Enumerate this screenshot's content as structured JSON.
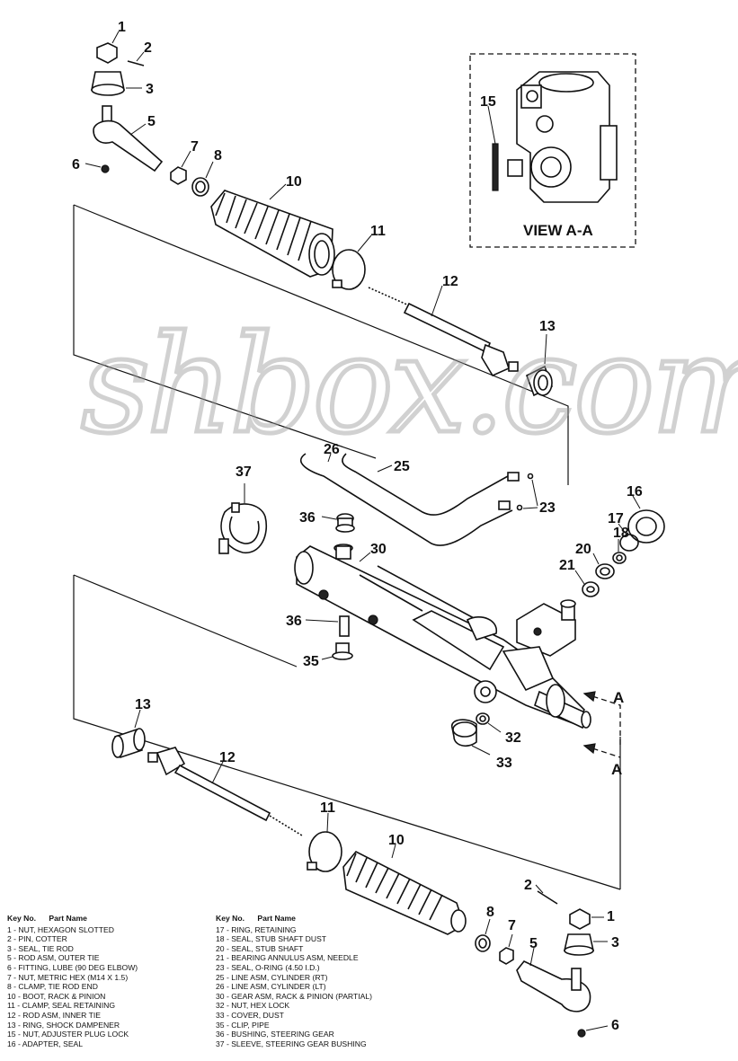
{
  "watermark": "shbox.com",
  "view_label": "VIEW A-A",
  "section_marks": [
    "A",
    "A"
  ],
  "callouts": [
    "1",
    "2",
    "3",
    "5",
    "6",
    "7",
    "8",
    "10",
    "11",
    "12",
    "13",
    "15",
    "16",
    "17",
    "18",
    "20",
    "21",
    "23",
    "25",
    "26",
    "30",
    "32",
    "33",
    "35",
    "36",
    "37",
    "36",
    "13",
    "12",
    "11",
    "10",
    "8",
    "7",
    "5",
    "6",
    "1",
    "2",
    "3"
  ],
  "legend_headers": {
    "key": "Key No.",
    "part": "Part Name"
  },
  "legend_left": [
    "1 - NUT, HEXAGON SLOTTED",
    "2 - PIN, COTTER",
    "3 - SEAL, TIE ROD",
    "5 - ROD ASM, OUTER TIE",
    "6 - FITTING, LUBE (90 DEG ELBOW)",
    "7 - NUT, METRIC HEX (M14 X 1.5)",
    "8 - CLAMP, TIE ROD END",
    "10 - BOOT, RACK & PINION",
    "11 - CLAMP, SEAL RETAINING",
    "12 - ROD ASM, INNER TIE",
    "13 - RING, SHOCK DAMPENER",
    "15 - NUT, ADJUSTER PLUG LOCK",
    "16 - ADAPTER, SEAL"
  ],
  "legend_right": [
    "17 - RING, RETAINING",
    "18 - SEAL, STUB SHAFT DUST",
    "20 - SEAL, STUB SHAFT",
    "21 - BEARING ANNULUS ASM, NEEDLE",
    "23 - SEAL, O-RING (4.50 I.D.)",
    "25 - LINE ASM, CYLINDER (RT)",
    "26 - LINE ASM, CYLINDER (LT)",
    "30 - GEAR ASM, RACK & PINION (PARTIAL)",
    "32 - NUT, HEX LOCK",
    "33 - COVER, DUST",
    "35 - CLIP, PIPE",
    "36 - BUSHING, STEERING GEAR",
    "37 - SLEEVE, STEERING GEAR BUSHING"
  ]
}
